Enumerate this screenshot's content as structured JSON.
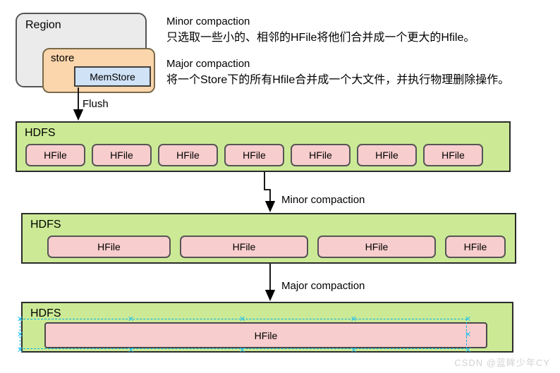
{
  "diagram": {
    "region": {
      "title": "Region",
      "store": {
        "title": "store",
        "memstore_label": "MemStore"
      }
    },
    "notes": [
      {
        "title": "Minor compaction",
        "body": "只选取一些小的、相邻的HFile将他们合并成一个更大的Hfile。"
      },
      {
        "title": "Major compaction",
        "body": "将一个Store下的所有Hfile合并成一个大文件，并执行物理删除操作。"
      }
    ],
    "connectors": {
      "flush": "Flush",
      "minor_compaction": "Minor compaction",
      "major_compaction": "Major compaction"
    },
    "hdfs_blocks": [
      {
        "label": "HDFS",
        "hfiles": [
          "HFile",
          "HFile",
          "HFile",
          "HFile",
          "HFile",
          "HFile",
          "HFile"
        ]
      },
      {
        "label": "HDFS",
        "hfiles": [
          "HFile",
          "HFile",
          "HFile",
          "HFile"
        ]
      },
      {
        "label": "HDFS",
        "hfiles": [
          "HFile"
        ],
        "selected": true
      }
    ],
    "colors": {
      "hdfs_fill": "#ccea96",
      "hfile_fill": "#f8cdcd",
      "store_fill": "#fbd5ab",
      "memstore_fill": "#cfe2f6",
      "region_fill": "#ebebeb",
      "selection": "#27c2f0"
    }
  },
  "watermark": "CSDN @蓝眸少年CY"
}
